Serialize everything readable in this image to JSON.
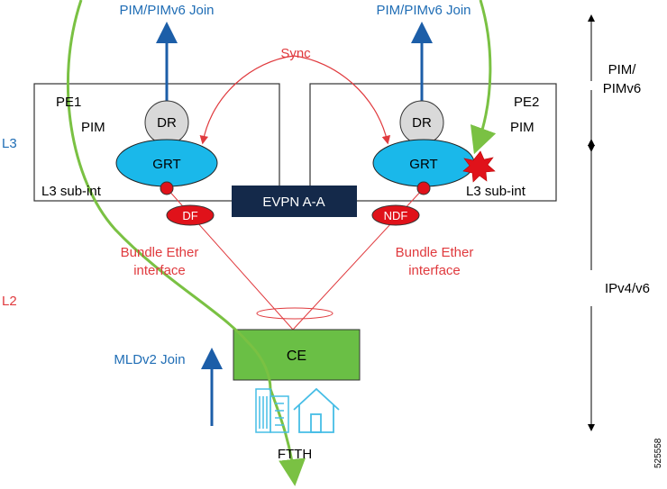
{
  "top_labels": {
    "left_join": "PIM/PIMv6 Join",
    "right_join": "PIM/PIMv6 Join",
    "sync": "Sync"
  },
  "layers": {
    "l3": "L3",
    "l2": "L2"
  },
  "pe1": {
    "name": "PE1",
    "protocol": "PIM",
    "dr": "DR",
    "grt": "GRT",
    "subint": "L3 sub-int",
    "role": "DF",
    "bundle_line1": "Bundle Ether",
    "bundle_line2": "interface"
  },
  "pe2": {
    "name": "PE2",
    "protocol": "PIM",
    "dr": "DR",
    "grt": "GRT",
    "subint": "L3 sub-int",
    "role": "NDF",
    "bundle_line1": "Bundle Ether",
    "bundle_line2": "interface"
  },
  "evpn": "EVPN A-A",
  "ce": "CE",
  "mld_join": "MLDv2 Join",
  "ftth": "FTTH",
  "right_scale": {
    "pim_line1": "PIM/",
    "pim_line2": "PIMv6",
    "ip": "IPv4/v6"
  },
  "figure_id": "525558",
  "colors": {
    "blue_text": "#1f6db5",
    "red_text": "#e03a3e",
    "grt_fill": "#1ab8ea",
    "dr_fill": "#d9d9d9",
    "evpn_fill": "#14294a",
    "ce_fill": "#6abf45",
    "green_path": "#7ac143",
    "blue_arrow": "#1c5ea8",
    "building_icon": "#46bde6"
  }
}
